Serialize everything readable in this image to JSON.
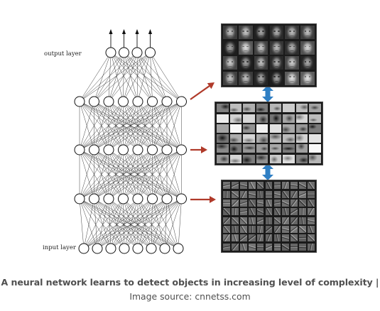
{
  "diagram": {
    "output_label": "output layer",
    "input_label": "input layer",
    "layers": [
      {
        "name": "output",
        "count": 4
      },
      {
        "name": "hidden-3",
        "count": 8
      },
      {
        "name": "hidden-2",
        "count": 8
      },
      {
        "name": "hidden-1",
        "count": 8
      },
      {
        "name": "input",
        "count": 8
      }
    ],
    "panels": [
      {
        "name": "faces-panel",
        "cols": 6,
        "rows": 4
      },
      {
        "name": "face-parts-panel",
        "cols": 8,
        "rows": 6
      },
      {
        "name": "edges-panel",
        "cols": 11,
        "rows": 8
      }
    ],
    "colors": {
      "arrow": "#b03a2a",
      "double_arrow": "#2f7fc4",
      "caption": "#505050"
    }
  },
  "caption": {
    "line1": "A neural network learns to detect objects in increasing level of complexity |",
    "line2": "Image source: cnnetss.com"
  }
}
